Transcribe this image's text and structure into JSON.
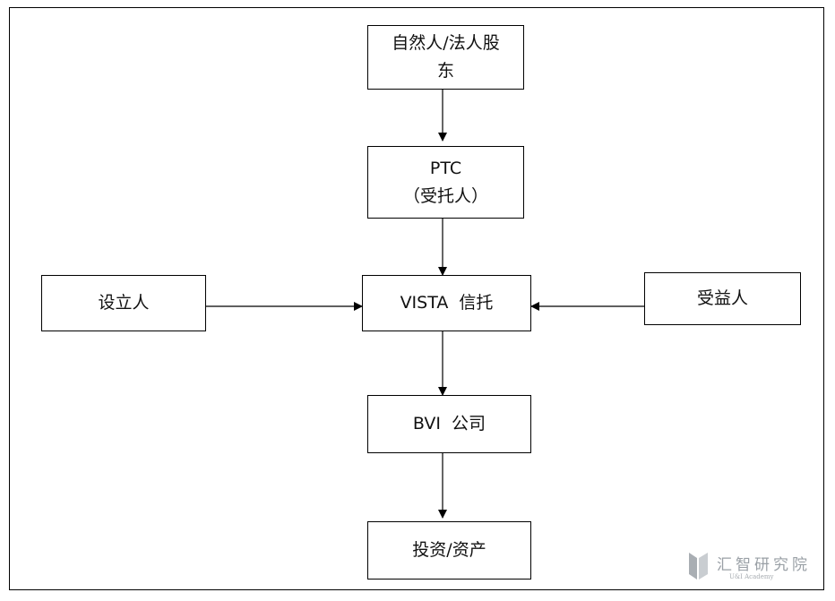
{
  "diagram": {
    "nodes": {
      "shareholder": {
        "lines": [
          "自然人/法人股",
          "东"
        ]
      },
      "trustee": {
        "lines": [
          "PTC",
          "（受托人）"
        ]
      },
      "settlor": {
        "lines": [
          "设立人"
        ]
      },
      "trust": {
        "lines": [
          "VISTA  信托"
        ]
      },
      "beneficiary": {
        "lines": [
          "受益人"
        ]
      },
      "bvi": {
        "lines": [
          "BVI  公司"
        ]
      },
      "assets": {
        "lines": [
          "投资/资产"
        ]
      }
    },
    "edges": [
      {
        "from": "shareholder",
        "to": "trustee"
      },
      {
        "from": "trustee",
        "to": "trust"
      },
      {
        "from": "settlor",
        "to": "trust"
      },
      {
        "from": "beneficiary",
        "to": "trust"
      },
      {
        "from": "trust",
        "to": "bvi"
      },
      {
        "from": "bvi",
        "to": "assets"
      }
    ]
  },
  "watermark": {
    "name": "汇智研究院",
    "subtitle": "U&I Academy",
    "logo_icon": "book-logo-icon"
  },
  "colors": {
    "line": "#000000",
    "watermark": "#9aa0a6"
  }
}
